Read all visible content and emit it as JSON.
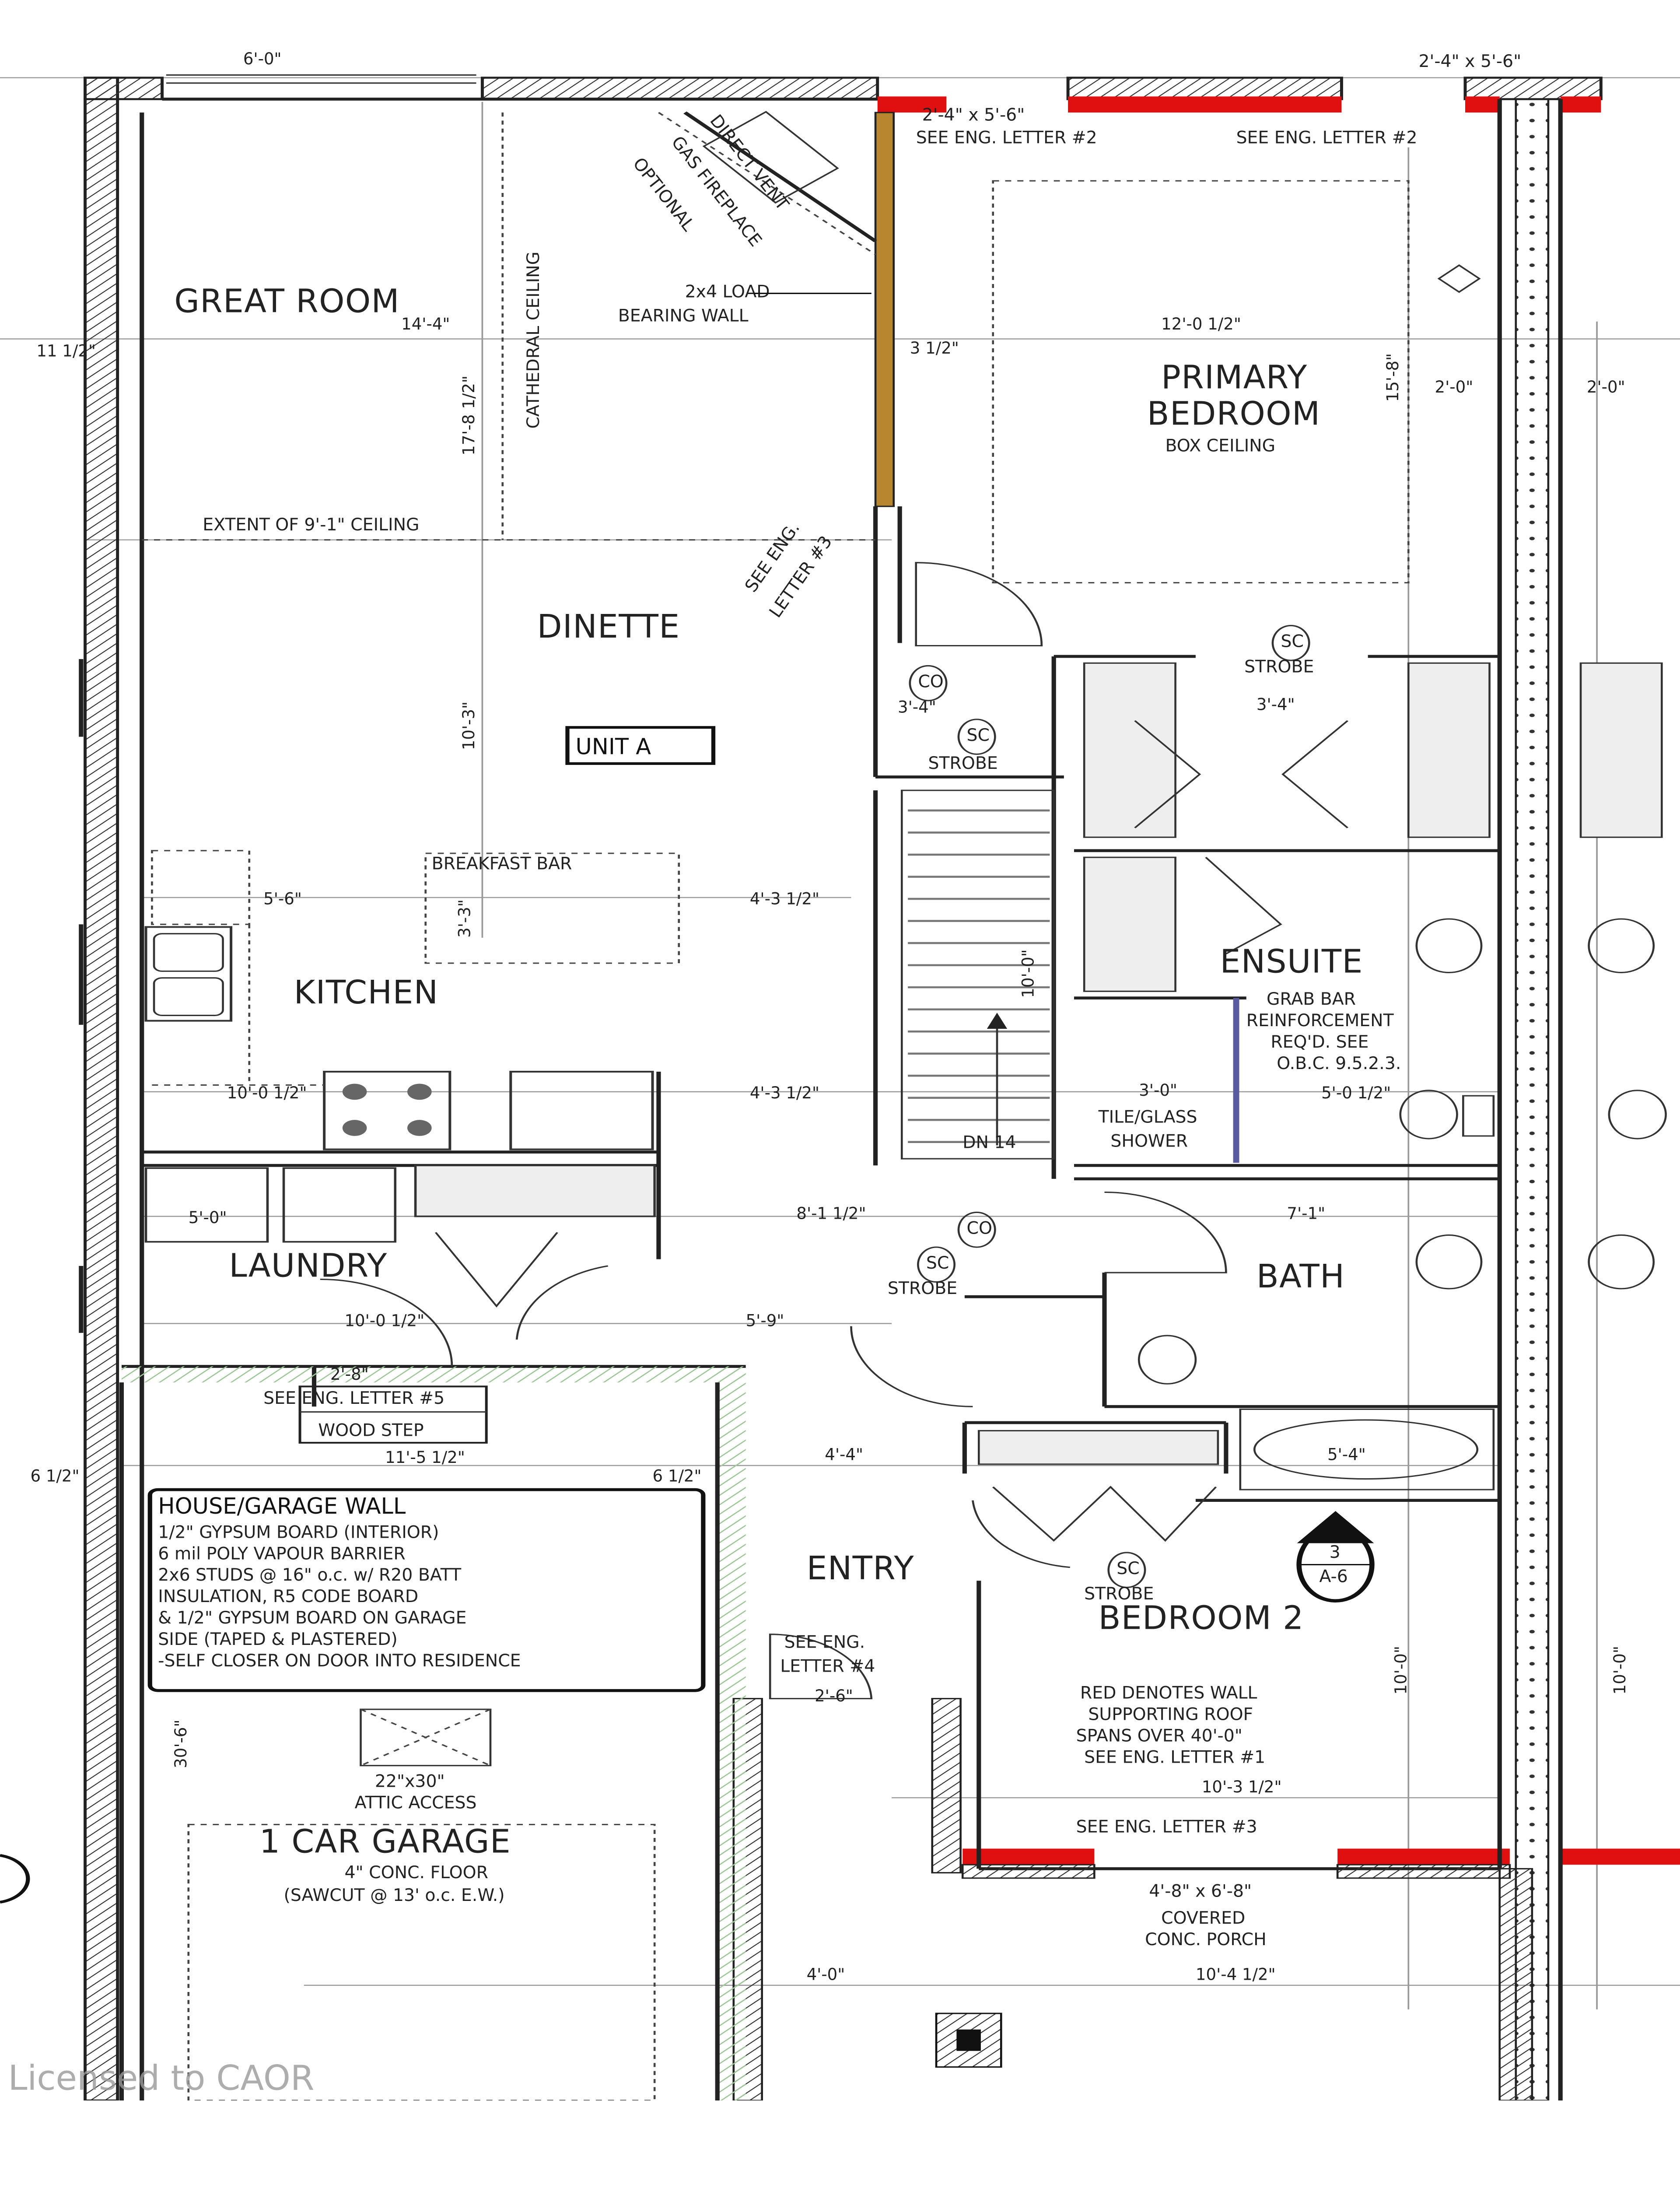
{
  "rooms": {
    "great_room": "GREAT ROOM",
    "primary_bedroom": "PRIMARY",
    "primary_bedroom_2": "BEDROOM",
    "box_ceiling": "BOX CEILING",
    "dinette": "DINETTE",
    "unit": "UNIT A",
    "kitchen": "KITCHEN",
    "breakfast_bar": "BREAKFAST BAR",
    "ensuite": "ENSUITE",
    "laundry": "LAUNDRY",
    "bath": "BATH",
    "entry": "ENTRY",
    "bedroom2": "BEDROOM 2",
    "garage": "1 CAR GARAGE",
    "garage_floor": "4\" CONC. FLOOR",
    "garage_sawcut": "(SAWCUT @ 13' o.c. E.W.)",
    "porch_1": "COVERED",
    "porch_2": "CONC. PORCH",
    "attic_size": "22\"x30\"",
    "attic": "ATTIC ACCESS",
    "wood_step": "WOOD STEP"
  },
  "notes": {
    "fireplace_1": "DIRECT VENT",
    "fireplace_2": "GAS FIREPLACE",
    "fireplace_3": "OPTIONAL",
    "load_wall_1": "2x4 LOAD",
    "load_wall_2": "BEARING WALL",
    "cathedral": "CATHEDRAL CEILING",
    "extent": "EXTENT OF 9'-1\" CEILING",
    "see_eng_1": "SEE ENG. LETTER #2",
    "see_eng_2": "SEE ENG. LETTER #2",
    "see_eng_3a": "SEE ENG.",
    "see_eng_3b": "LETTER #3",
    "see_eng_5": "SEE ENG. LETTER #5",
    "see_eng_4a": "SEE ENG.",
    "see_eng_4b": "LETTER #4",
    "see_eng_bottom": "SEE ENG. LETTER #3",
    "window_top": "2'-4\" x 5'-6\"",
    "strobe": "STROBE",
    "sc": "SC",
    "co": "CO",
    "grab_1": "GRAB BAR",
    "grab_2": "REINFORCEMENT",
    "grab_3": "REQ'D. SEE",
    "grab_4": "O.B.C. 9.5.2.3.",
    "shower_1": "TILE/GLASS",
    "shower_2": "SHOWER",
    "dn": "DN 14",
    "red_1": "RED DENOTES WALL",
    "red_2": "SUPPORTING ROOF",
    "red_3": "SPANS OVER 40'-0\"",
    "red_4": "SEE ENG. LETTER #1",
    "door_size": "4'-8\" x 6'-8\"",
    "section_num": "3",
    "section_sheet": "A-6"
  },
  "garage_wall": {
    "title": "HOUSE/GARAGE WALL",
    "lines": [
      "1/2\" GYPSUM BOARD (INTERIOR)",
      "6 mil POLY VAPOUR BARRIER",
      "2x6 STUDS @ 16\" o.c. w/ R20 BATT",
      "INSULATION, R5 CODE BOARD",
      "& 1/2\" GYPSUM BOARD ON GARAGE",
      "SIDE (TAPED & PLASTERED)",
      "-SELF CLOSER ON DOOR INTO RESIDENCE"
    ]
  },
  "dimensions": {
    "top_window": "6'-0\"",
    "great_w": "14'-4\"",
    "great_h": "17'-8 1/2\"",
    "primary_w": "12'-0 1/2\"",
    "primary_h": "15'-8\"",
    "dinette_h": "10'-3\"",
    "kitchen_1": "5'-6\"",
    "kitchen_2": "4'-3 1/2\"",
    "kitchen_3": "10'-0 1/2\"",
    "kitchen_4": "4'-3 1/2\"",
    "bar": "3'-3\"",
    "stairs": "10'-0\"",
    "laundry_1": "5'-0\"",
    "laundry_2": "10'-0 1/2\"",
    "hall_1": "8'-1 1/2\"",
    "hall_2": "5'-9\"",
    "bath_1": "7'-1\"",
    "ensuite_1": "5'-0 1/2\"",
    "shower_w": "3'-0\"",
    "tub": "5'-4\"",
    "garage_w": "11'-5 1/2\"",
    "garage_h": "30'-6\"",
    "entry_1": "4'-4\"",
    "entry_door": "2'-8\"",
    "bed2_w": "10'-3 1/2\"",
    "bed2_h": "10'-0\"",
    "porch_w": "10'-4 1/2\"",
    "porch_2": "4'-0\"",
    "door_2": "2'-6\"",
    "stud_1": "3 1/2\"",
    "stud_2": "6 1/2\"",
    "stud_3": "11 1/2\"",
    "c1": "2'-0\"",
    "c2": "3'-4\""
  },
  "watermark": "Licensed to CAOR",
  "colors": {
    "load_bearing_red": "#e01010",
    "bearing_wall_brown": "#b8862e",
    "garage_wall_green": "#9fc79a"
  }
}
